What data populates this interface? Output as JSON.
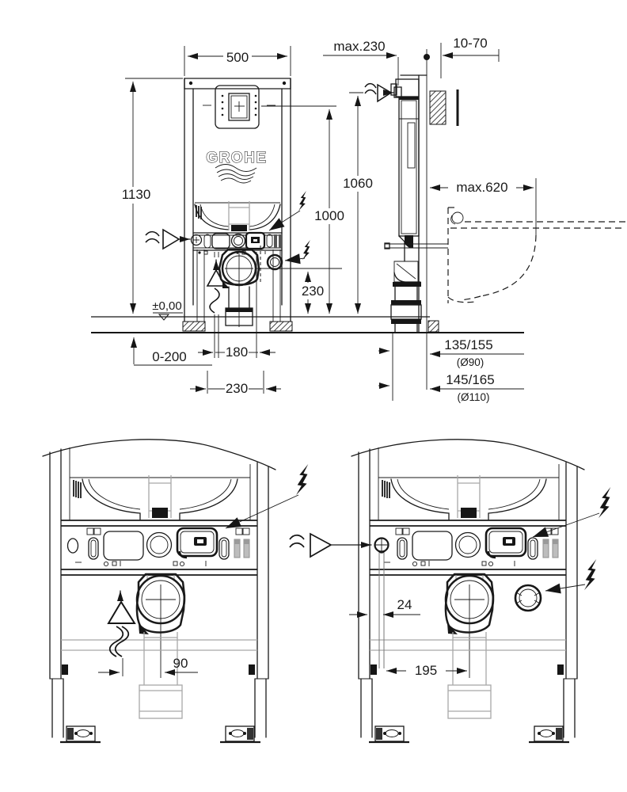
{
  "drawing": {
    "brand_logo": "GROHE",
    "front_view": {
      "frame_width": "500",
      "frame_height": "1130",
      "inlet_height": "1060",
      "plate_center_height": "1000",
      "outlet_height": "230",
      "floor_level": "±0,00",
      "floor_buildup_range": "0-200",
      "pipe_spacing": "180",
      "duct_width": "230"
    },
    "side_view": {
      "max_depth": "max.230",
      "finish_range": "10-70",
      "max_wc_depth": "max.620",
      "outlet_90": "135/155",
      "outlet_90_note": "(Ø90)",
      "outlet_110": "145/165",
      "outlet_110_note": "(Ø110)"
    },
    "detail_left": {
      "outlet_center_offset": "90"
    },
    "detail_right": {
      "inlet_edge_offset": "24",
      "inlet_to_outlet": "195"
    }
  }
}
